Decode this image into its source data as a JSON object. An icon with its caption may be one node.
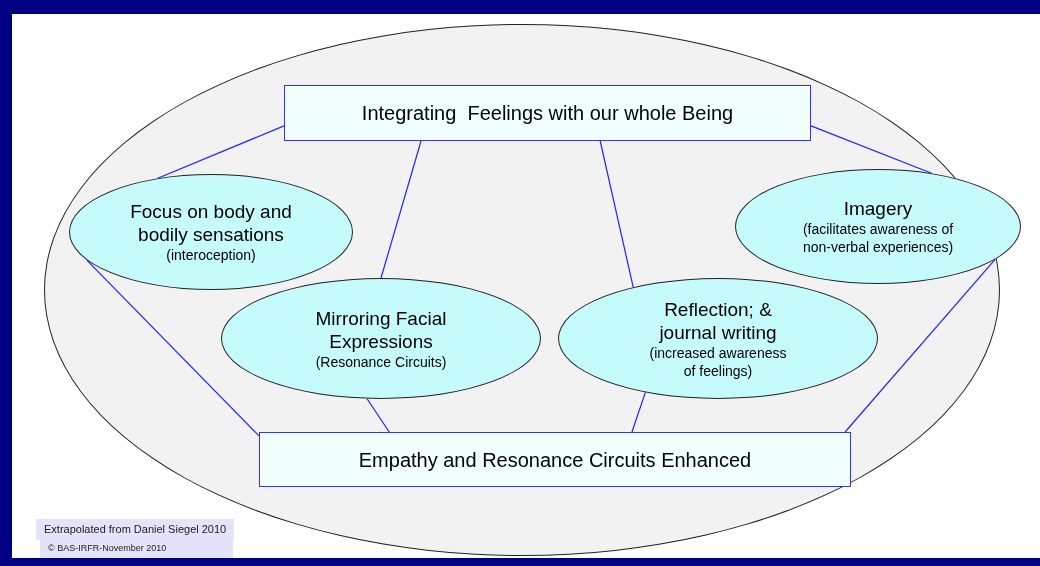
{
  "diagram": {
    "nodes": [
      {
        "text": [],
        "shape": "ellipse"
      },
      {
        "text": [
          "Integrating  Feelings with our whole Being"
        ],
        "in": 0
      },
      {
        "text": [
          "Focus on body and bodily sensations",
          "(interoception)"
        ],
        "in": 0
      },
      {
        "text": [
          "Mirroring Facial Expressions",
          "(Resonance Circuits)"
        ],
        "in": 0
      },
      {
        "text": [
          "Reflection; & journal writing",
          "(increased awareness of feelings)"
        ],
        "in": 0
      },
      {
        "text": [
          "Imagery",
          "(facilitates awareness of non-verbal experiences)"
        ],
        "in": 0
      },
      {
        "text": [
          "Empathy and Resonance Circuits Enhanced"
        ],
        "in": 0
      }
    ],
    "edges": [
      {
        "from": 1,
        "to": 2,
        "arrow": "none"
      },
      {
        "from": 1,
        "to": 3,
        "arrow": "none"
      },
      {
        "from": 1,
        "to": 4,
        "arrow": "none"
      },
      {
        "from": 1,
        "to": 5,
        "arrow": "none"
      },
      {
        "from": 2,
        "to": 6,
        "arrow": "none"
      },
      {
        "from": 3,
        "to": 6,
        "arrow": "none"
      },
      {
        "from": 4,
        "to": 6,
        "arrow": "none"
      },
      {
        "from": 5,
        "to": 6,
        "arrow": "none"
      }
    ],
    "labels": [
      "Extrapolated from Daniel Siegel 2010",
      "© BAS-IRFR-November 2010"
    ]
  }
}
